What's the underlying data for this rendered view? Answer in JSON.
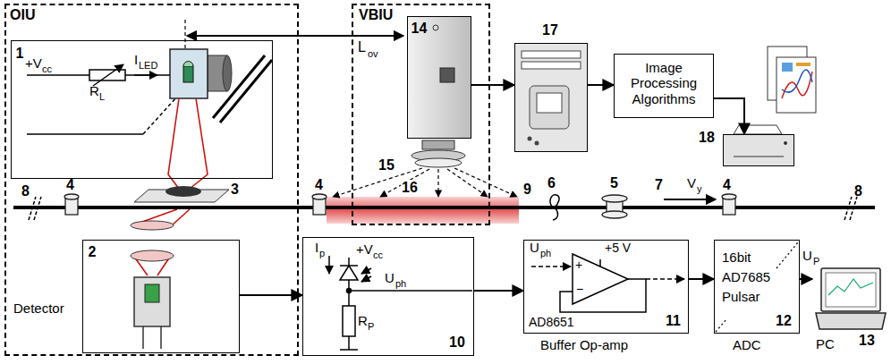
{
  "diagram": {
    "nodes": [
      {
        "text": [
          "OIU"
        ]
      },
      {
        "text": [
          "1"
        ],
        "in": 0
      },
      {
        "text": [
          "VBIU"
        ]
      },
      {
        "text": [
          "14"
        ],
        "in": 2
      },
      {
        "text": [
          "17"
        ]
      },
      {
        "text": [
          "Image Processing Algorithms"
        ]
      },
      {
        "text": [
          "18"
        ]
      },
      {
        "text": [
          "2"
        ],
        "in": 0
      },
      {
        "text": [
          "10"
        ]
      },
      {
        "text": [
          "AD8651",
          "11",
          "Buffer Op-amp"
        ]
      },
      {
        "text": [
          "16bit AD7685 Pulsar",
          "12",
          "ADC"
        ]
      },
      {
        "text": [
          "PC",
          "13"
        ]
      }
    ],
    "edges": [
      {
        "from": 3,
        "to": 4,
        "arrow": "to"
      },
      {
        "from": 4,
        "to": 5,
        "arrow": "to"
      },
      {
        "from": 5,
        "to": 6,
        "arrow": "to"
      },
      {
        "from": 7,
        "to": 8,
        "arrow": "to"
      },
      {
        "from": 8,
        "to": 9,
        "arrow": "to"
      },
      {
        "from": 9,
        "to": 10,
        "arrow": "to"
      },
      {
        "from": 10,
        "to": 11,
        "arrow": "to"
      }
    ],
    "labels": [
      "L",
      "ov",
      "+V",
      "cc",
      "I",
      "LED",
      "R",
      "L",
      "3",
      "Detector",
      "8",
      "4",
      "4",
      "15",
      "16",
      "9",
      "6",
      "5",
      "7",
      "V",
      "y",
      "4",
      "8",
      "I",
      "p",
      "+V",
      "cc",
      "U",
      "ph",
      "R",
      "P",
      "U",
      "ph",
      "+5 V",
      "+",
      "−",
      "U",
      "P"
    ]
  }
}
